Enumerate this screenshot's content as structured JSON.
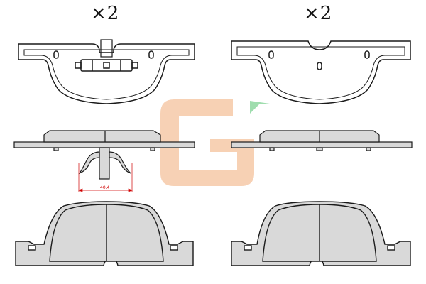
{
  "quantity_left": "×2",
  "quantity_right": "×2",
  "clip_dimension": "40.4",
  "colors": {
    "outline": "#1a1a1a",
    "pad_fill": "#d9d9d9",
    "dimension": "#d00000",
    "logo_orange": "#f6c9a8",
    "logo_green": "#8fd8a0"
  },
  "views": [
    "front-pad-top-view",
    "rear-pad-top-view",
    "front-pad-side-view",
    "rear-pad-side-view",
    "front-pad-friction-view",
    "rear-pad-friction-view"
  ],
  "icons": [
    "watermark-logo"
  ]
}
